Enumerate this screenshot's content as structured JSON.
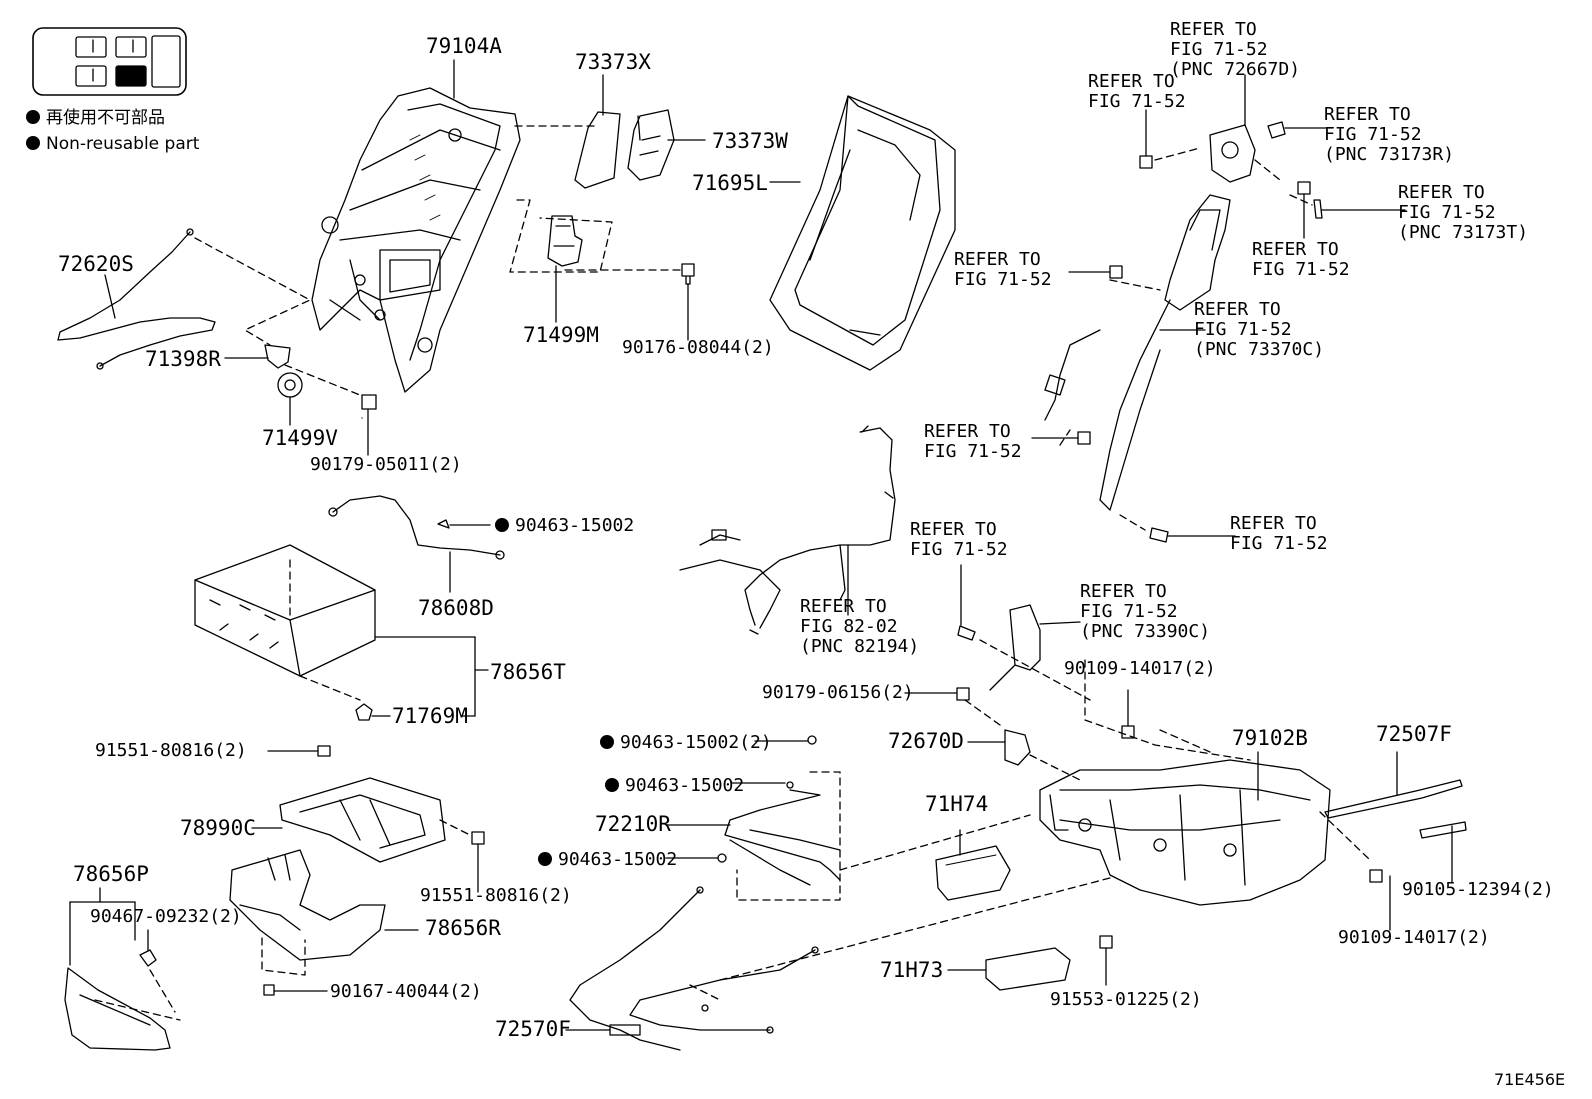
{
  "legend": {
    "jp_text": "再使用不可部品",
    "en_text": "Non-reusable part"
  },
  "footer": {
    "code": "71E456E"
  },
  "labels": {
    "p79104A": "79104A",
    "p73373X": "73373X",
    "p73373W": "73373W",
    "p71695L": "71695L",
    "p72620S": "72620S",
    "p71499M": "71499M",
    "p90176": "90176-08044(2)",
    "p71398R": "71398R",
    "p71499V": "71499V",
    "p90179a": "90179-05011(2)",
    "p90463a": "90463-15002",
    "p78608D": "78608D",
    "p78656T": "78656T",
    "p71769M": "71769M",
    "p91551a": "91551-80816(2)",
    "p78990C": "78990C",
    "p91551b": "91551-80816(2)",
    "p78656P": "78656P",
    "p90467": "90467-09232(2)",
    "p78656R": "78656R",
    "p90167": "90167-40044(2)",
    "p90463b": "90463-15002(2)",
    "p90463c": "90463-15002",
    "p72210R": "72210R",
    "p90463d": "90463-15002",
    "p72570F": "72570F",
    "p90179b": "90179-06156(2)",
    "p72670D": "72670D",
    "p71H74": "71H74",
    "p71H73": "71H73",
    "p91553": "91553-01225(2)",
    "p90109a": "90109-14017(2)",
    "p79102B": "79102B",
    "p72507F": "72507F",
    "p90105": "90105-12394(2)",
    "p90109b": "90109-14017(2)",
    "ref_a": "REFER TO\nFIG 71-52\n(PNC 72667D)",
    "ref_b": "REFER TO\nFIG 71-52",
    "ref_c": "REFER TO\nFIG 71-52\n(PNC 73173R)",
    "ref_d": "REFER TO\nFIG 71-52\n(PNC 73173T)",
    "ref_e": "REFER TO\nFIG 71-52",
    "ref_f": "REFER TO\nFIG 71-52",
    "ref_g": "REFER TO\nFIG 71-52\n(PNC 73370C)",
    "ref_h": "REFER TO\nFIG 71-52",
    "ref_i": "REFER TO\nFIG 71-52",
    "ref_j": "REFER TO\nFIG 71-52",
    "ref_k": "REFER TO\nFIG 82-02\n(PNC 82194)",
    "ref_l": "REFER TO\nFIG 71-52\n(PNC 73390C)"
  }
}
